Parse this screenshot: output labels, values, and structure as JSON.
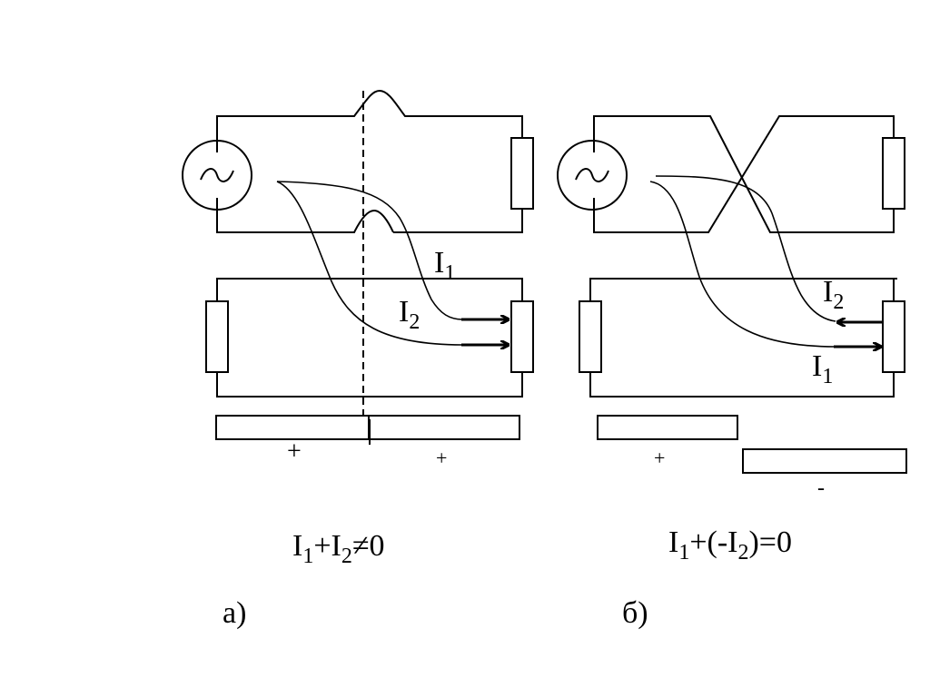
{
  "panel_a": {
    "caption": "а)",
    "equation": {
      "I": "I",
      "s1": "1",
      "plus": "+",
      "I2": "I",
      "s2": "2",
      "neq": "≠0"
    },
    "label_i1": {
      "I": "I",
      "sub": "1"
    },
    "label_i2": {
      "I": "I",
      "sub": "2"
    },
    "sign_left": "+",
    "sign_right": "+"
  },
  "panel_b": {
    "caption": "б)",
    "equation": {
      "I": "I",
      "s1": "1",
      "mid": "+(-I",
      "s2": "2",
      "end": ")=0"
    },
    "label_i1": {
      "I": "I",
      "sub": "1"
    },
    "label_i2": {
      "I": "I",
      "sub": "2"
    },
    "sign_plus": "+",
    "sign_minus": "-"
  },
  "icons": {
    "ac_source": "ac-source-icon",
    "resistor": "resistor-icon"
  }
}
